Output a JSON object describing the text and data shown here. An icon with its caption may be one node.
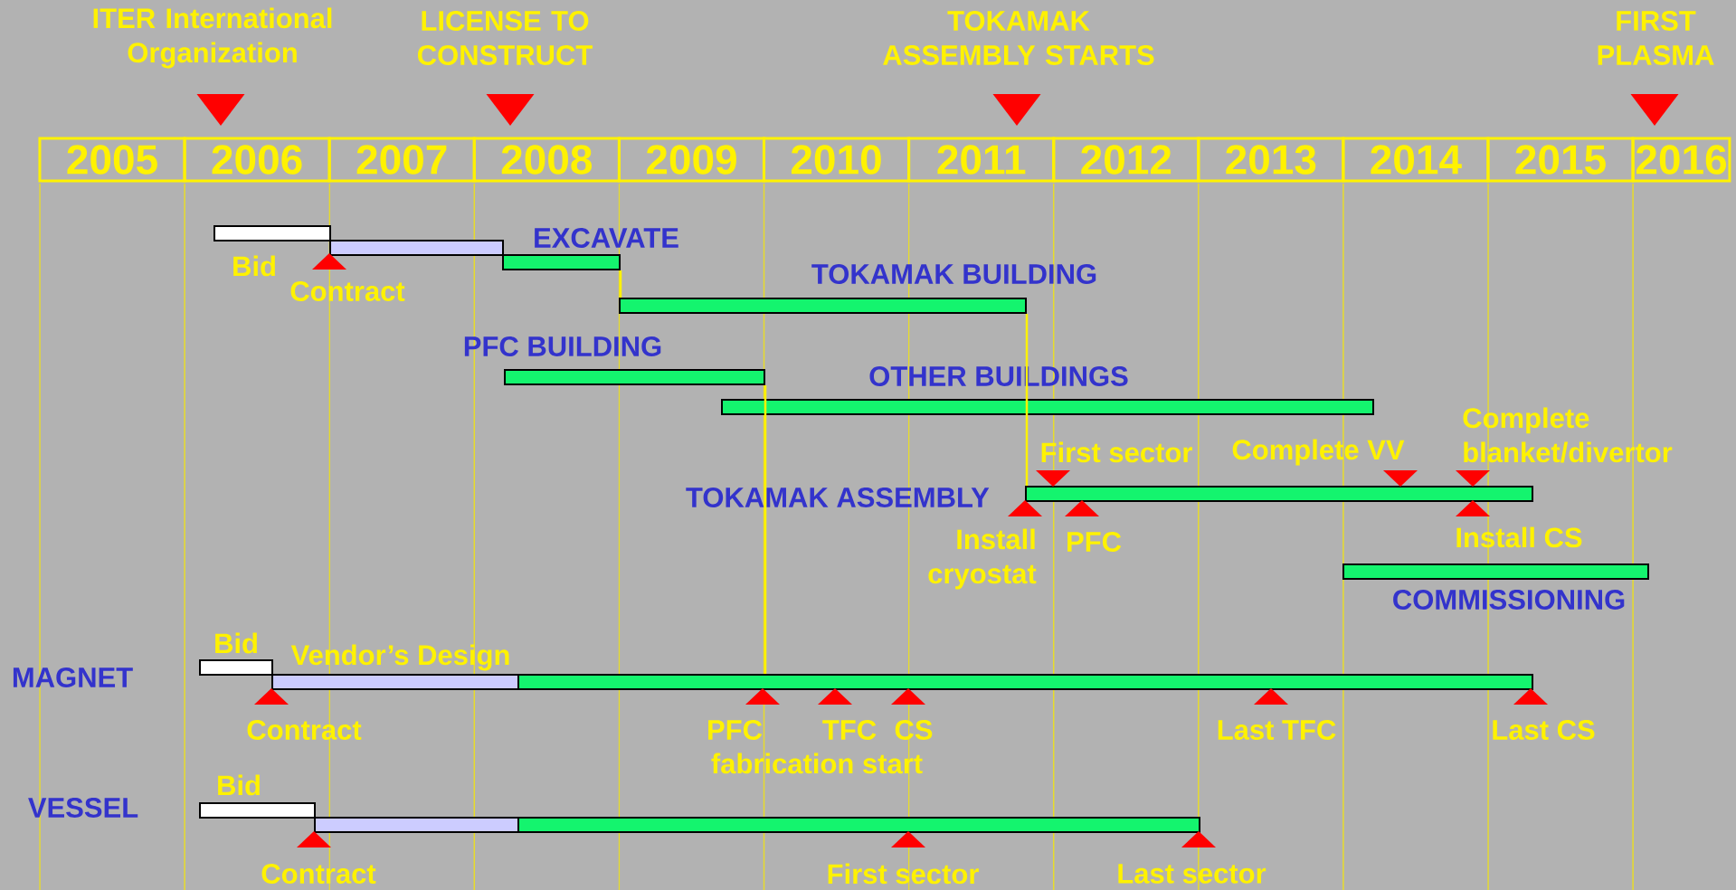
{
  "diagram": {
    "nodes": [
      {
        "text": [
          "Bid"
        ]
      },
      {
        "text": [],
        "shape": "bar"
      },
      {
        "text": [
          "EXCAVATE"
        ]
      },
      {
        "text": [
          "TOKAMAK BUILDING"
        ]
      },
      {
        "text": [
          "PFC BUILDING"
        ]
      },
      {
        "text": [
          "OTHER BUILDINGS"
        ]
      },
      {
        "text": [
          "TOKAMAK ASSEMBLY"
        ]
      },
      {
        "text": [
          "COMMISSIONING"
        ]
      },
      {
        "text": [
          "Bid"
        ]
      },
      {
        "text": [
          "Vendor’s Design"
        ]
      },
      {
        "text": [],
        "shape": "bar"
      },
      {
        "text": [
          "Bid"
        ]
      },
      {
        "text": [],
        "shape": "bar"
      },
      {
        "text": [],
        "shape": "bar"
      },
      {
        "text": [
          "ITER International Organization"
        ]
      },
      {
        "text": [
          "LICENSE TO CONSTRUCT"
        ]
      },
      {
        "text": [
          "TOKAMAK ASSEMBLY STARTS"
        ]
      },
      {
        "text": [
          "FIRST PLASMA"
        ]
      },
      {
        "text": [
          "Contract"
        ]
      },
      {
        "text": [
          "First sector"
        ]
      },
      {
        "text": [
          "Complete VV"
        ]
      },
      {
        "text": [
          "Complete blanket/divertor"
        ]
      },
      {
        "text": [
          "Install cryostat"
        ]
      },
      {
        "text": [
          "PFC"
        ]
      },
      {
        "text": [
          "Install CS"
        ]
      },
      {
        "text": [
          "Contract"
        ]
      },
      {
        "text": [
          "PFC"
        ]
      },
      {
        "text": [
          "TFC"
        ]
      },
      {
        "text": [
          "CS"
        ]
      },
      {
        "text": [
          "Last TFC"
        ]
      },
      {
        "text": [
          "Last CS"
        ]
      },
      {
        "text": [
          "Contract"
        ]
      },
      {
        "text": [
          "First sector"
        ]
      },
      {
        "text": [
          "Last sector"
        ]
      }
    ],
    "edges": [
      {
        "from": 2,
        "to": 3,
        "arrow": "none"
      },
      {
        "from": 3,
        "to": 6,
        "arrow": "none"
      },
      {
        "from": 4,
        "to": 10,
        "arrow": "none"
      }
    ],
    "labels": [
      "2005",
      "2006",
      "2007",
      "2008",
      "2009",
      "2010",
      "2011",
      "2012",
      "2013",
      "2014",
      "2015",
      "2016",
      "MAGNET",
      "fabrication start",
      "VESSEL"
    ]
  }
}
